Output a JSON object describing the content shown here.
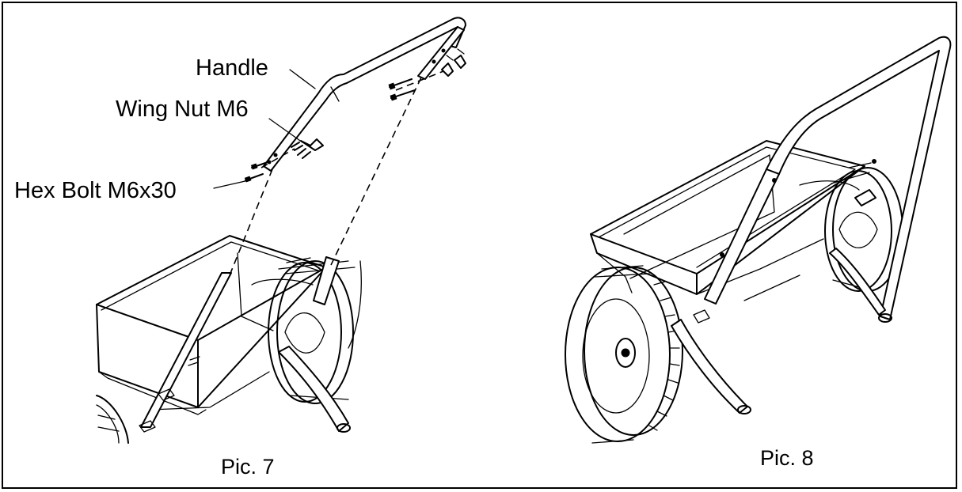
{
  "labels": {
    "handle": "Handle",
    "wing_nut": "Wing Nut M6",
    "hex_bolt": "Hex Bolt M6x30"
  },
  "captions": {
    "pic7": "Pic. 7",
    "pic8": "Pic. 8"
  },
  "colors": {
    "line": "#000000",
    "background": "#ffffff"
  }
}
